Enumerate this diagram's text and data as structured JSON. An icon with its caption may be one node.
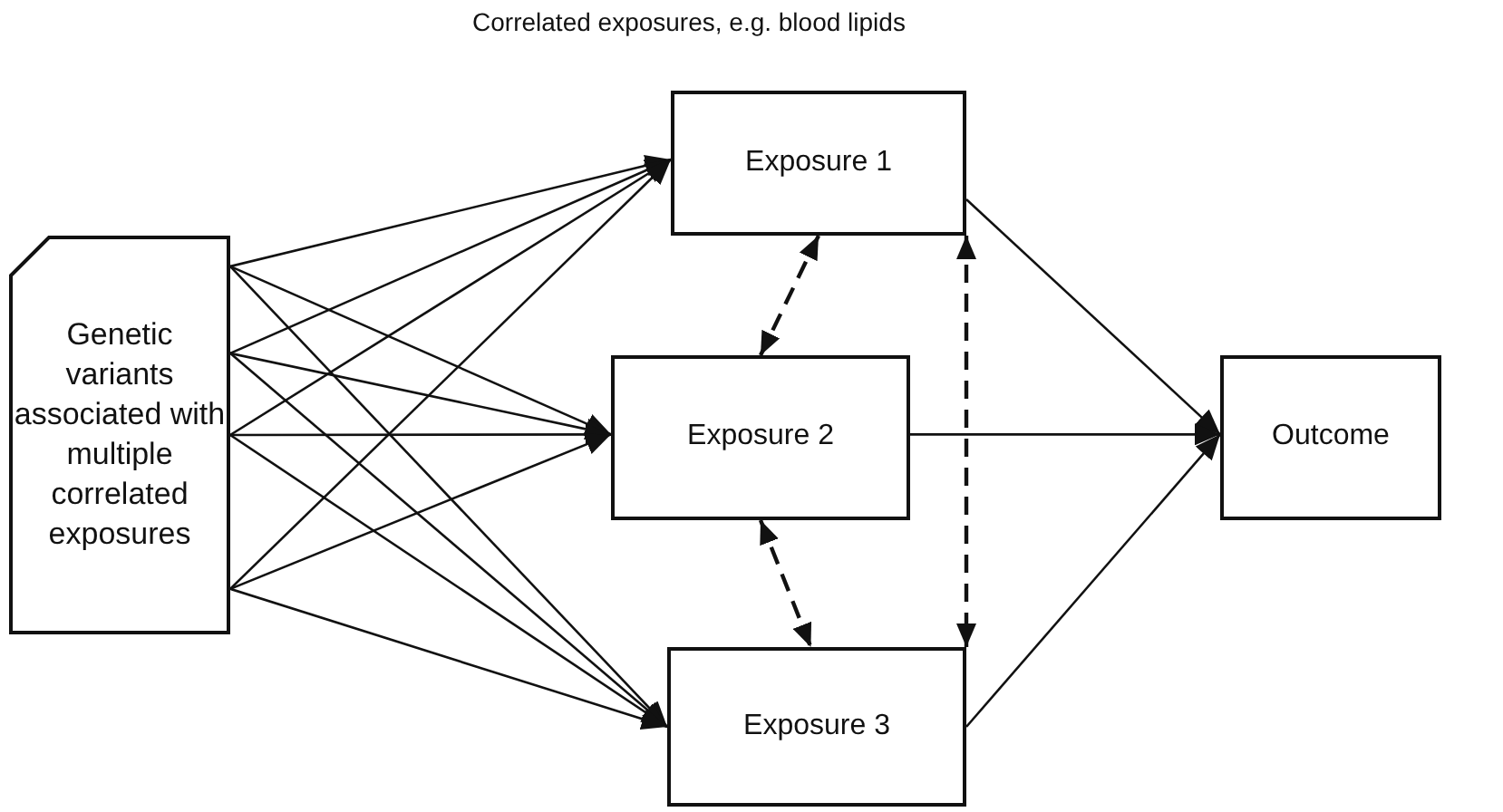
{
  "diagram": {
    "title": "Correlated exposures, e.g. blood lipids",
    "nodes": [
      {
        "text": [
          "Genetic variants associated with multiple correlated exposures"
        ]
      },
      {
        "text": [
          "Exposure 1"
        ]
      },
      {
        "text": [
          "Exposure 2"
        ]
      },
      {
        "text": [
          "Exposure 3"
        ]
      },
      {
        "text": [
          "Outcome"
        ]
      }
    ],
    "edges": [
      {
        "from": 0,
        "to": 1,
        "arrow": "to"
      },
      {
        "from": 0,
        "to": 2,
        "arrow": "to"
      },
      {
        "from": 0,
        "to": 3,
        "arrow": "to"
      },
      {
        "from": 0,
        "to": 1,
        "arrow": "to"
      },
      {
        "from": 0,
        "to": 2,
        "arrow": "to"
      },
      {
        "from": 0,
        "to": 3,
        "arrow": "to"
      },
      {
        "from": 0,
        "to": 1,
        "arrow": "to"
      },
      {
        "from": 0,
        "to": 2,
        "arrow": "to"
      },
      {
        "from": 0,
        "to": 3,
        "arrow": "to"
      },
      {
        "from": 0,
        "to": 1,
        "arrow": "to"
      },
      {
        "from": 0,
        "to": 2,
        "arrow": "to"
      },
      {
        "from": 0,
        "to": 3,
        "arrow": "to"
      },
      {
        "from": 1,
        "to": 4,
        "arrow": "to"
      },
      {
        "from": 2,
        "to": 4,
        "arrow": "to"
      },
      {
        "from": 3,
        "to": 4,
        "arrow": "to"
      },
      {
        "from": 1,
        "to": 2,
        "arrow": "both",
        "style": "dashed"
      },
      {
        "from": 2,
        "to": 3,
        "arrow": "both",
        "style": "dashed"
      },
      {
        "from": 1,
        "to": 3,
        "arrow": "both",
        "style": "dashed"
      }
    ]
  }
}
